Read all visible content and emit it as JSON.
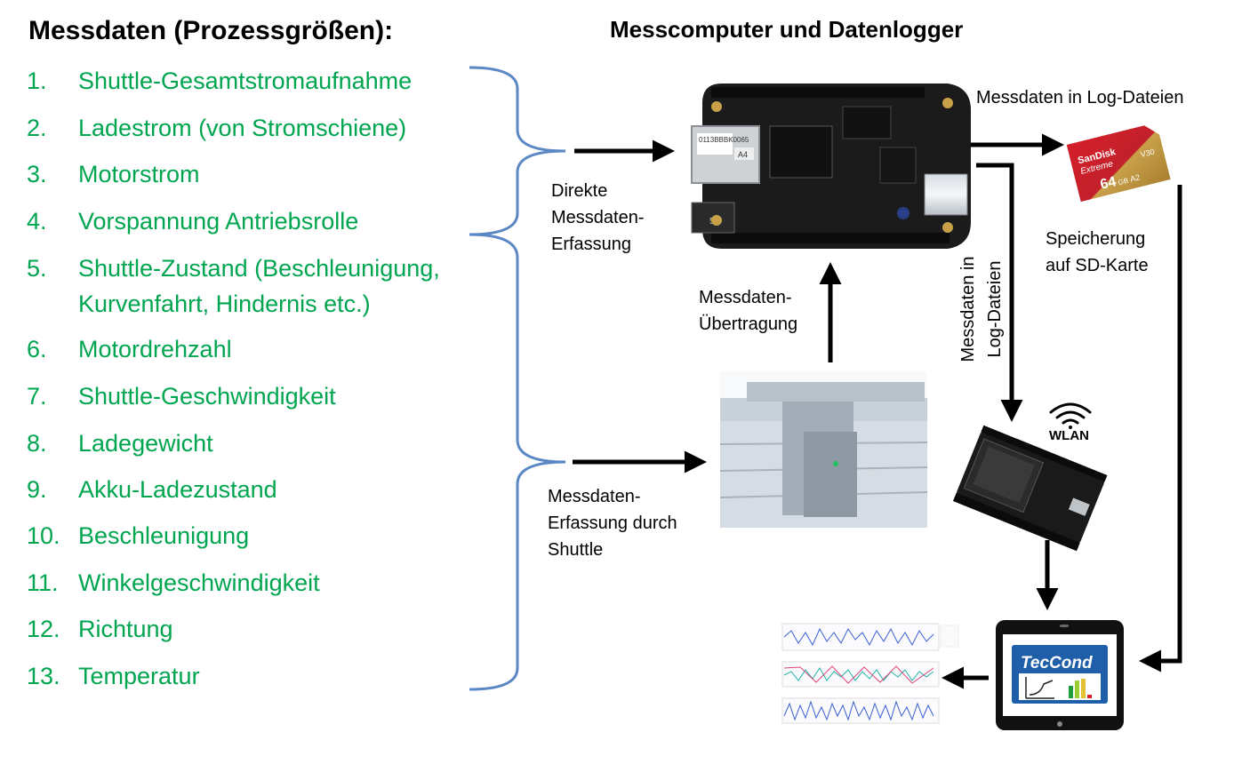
{
  "heading_left": "Messdaten (Prozessgrößen):",
  "heading_right": "Messcomputer und Datenlogger",
  "measurements": [
    {
      "num": "1.",
      "text": "Shuttle-Gesamtstromaufnahme"
    },
    {
      "num": "2.",
      "text": "Ladestrom (von Stromschiene)"
    },
    {
      "num": "3.",
      "text": "Motorstrom"
    },
    {
      "num": "4.",
      "text": "Vorspannung Antriebsrolle"
    },
    {
      "num": "5.",
      "text": "Shuttle-Zustand (Beschleunigung,",
      "text2": "Kurvenfahrt, Hindernis etc.)"
    },
    {
      "num": "6.",
      "text": "Motordrehzahl"
    },
    {
      "num": "7.",
      "text": "Shuttle-Geschwindigkeit"
    },
    {
      "num": "8.",
      "text": "Ladegewicht"
    },
    {
      "num": "9.",
      "text": "Akku-Ladezustand"
    },
    {
      "num": "10.",
      "text": "Beschleunigung"
    },
    {
      "num": "11.",
      "text": "Winkelgeschwindigkeit"
    },
    {
      "num": "12.",
      "text": "Richtung"
    },
    {
      "num": "13.",
      "text": "Temperatur"
    }
  ],
  "labels": {
    "direct_l1": "Direkte",
    "direct_l2": "Messdaten-",
    "direct_l3": "Erfassung",
    "shuttle_l1": "Messdaten-",
    "shuttle_l2": "Erfassung durch",
    "shuttle_l3": "Shuttle",
    "transfer_l1": "Messdaten-",
    "transfer_l2": "Übertragung",
    "logfiles": "Messdaten in Log-Dateien",
    "vertical_l1": "Messdaten in",
    "vertical_l2": "Log-Dateien",
    "sd_l1": "Speicherung",
    "sd_l2": "auf SD-Karte",
    "wlan": "WLAN"
  },
  "board": {
    "eth_label": "0113BBBK0065",
    "chip_label": "A4",
    "power_label": "5V"
  },
  "sdcard": {
    "brand": "SanDisk",
    "line": "Extreme",
    "capacity": "64",
    "capacity_unit": "GB",
    "speed_class": "A2",
    "video_class": "V30"
  },
  "tablet": {
    "brand": "TecCond"
  },
  "colors": {
    "green": "#00a550",
    "brace": "#5b87c5",
    "tablet_blue": "#1f5ea8"
  }
}
